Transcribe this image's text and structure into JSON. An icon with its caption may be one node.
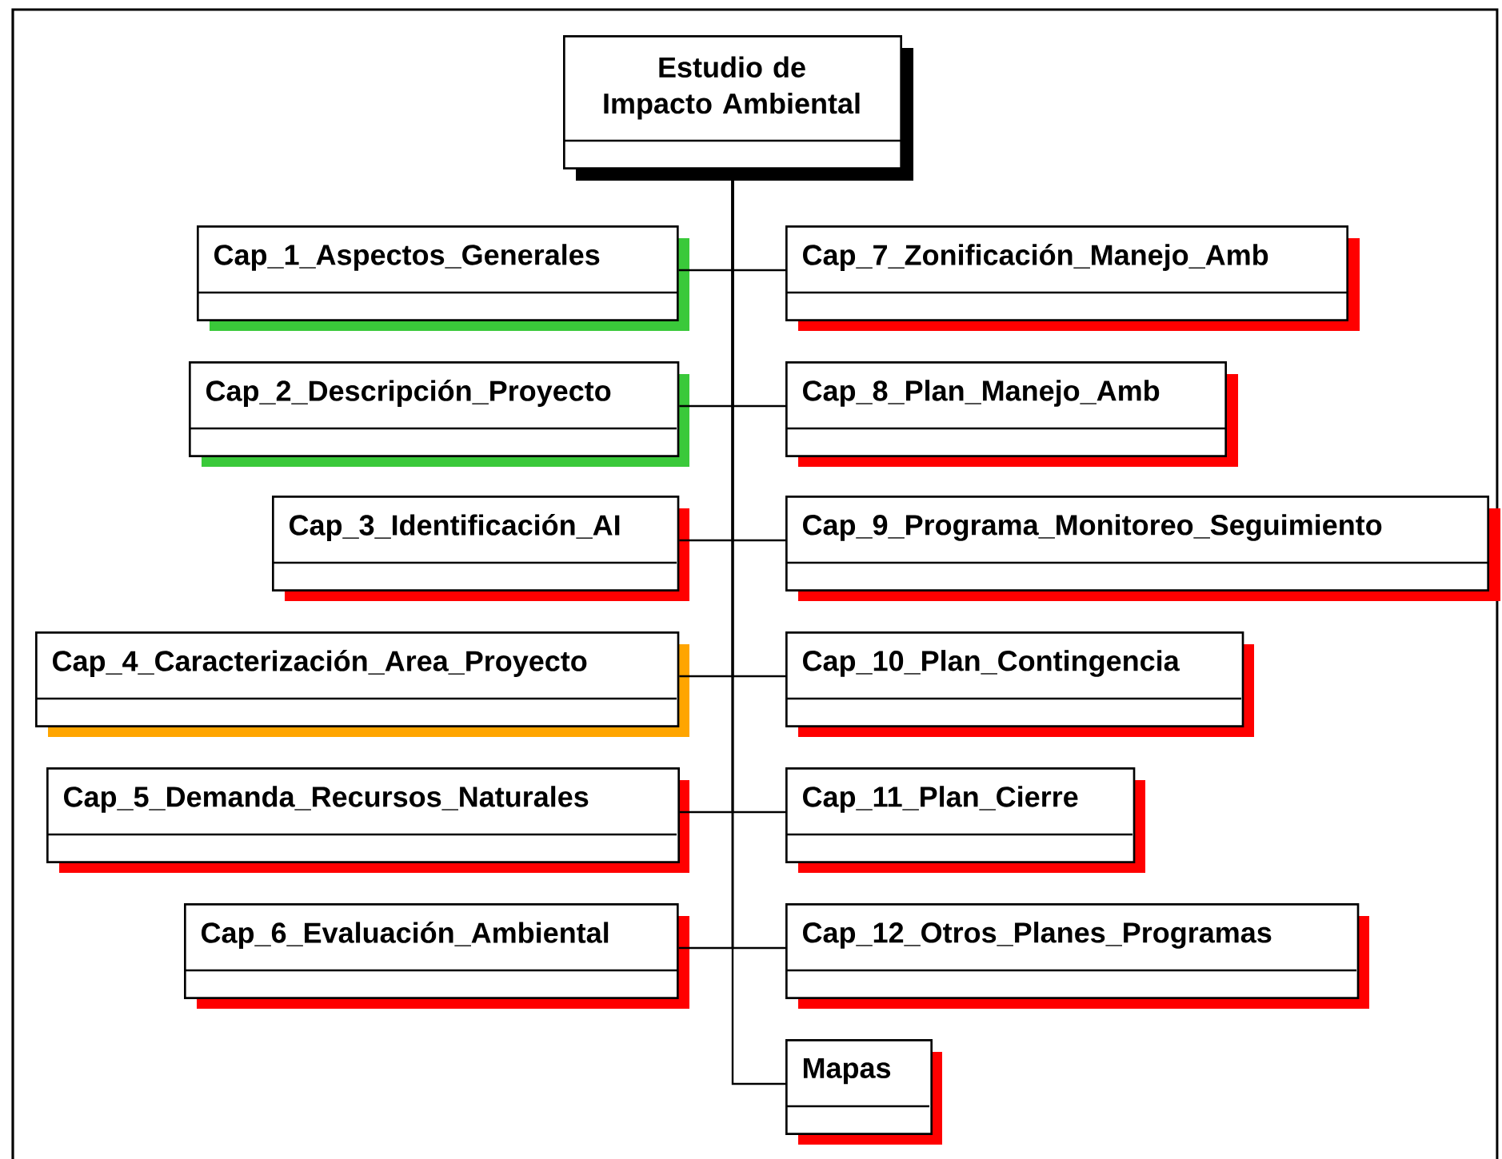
{
  "diagram": {
    "nodes": [
      {
        "text": [
          "Estudio de Impacto Ambiental"
        ]
      },
      {
        "text": [
          "Cap_1_Aspectos_Generales"
        ]
      },
      {
        "text": [
          "Cap_2_Descripción_Proyecto"
        ]
      },
      {
        "text": [
          "Cap_3_Identificación_AI"
        ]
      },
      {
        "text": [
          "Cap_4_Caracterización_Area_Proyecto"
        ]
      },
      {
        "text": [
          "Cap_5_Demanda_Recursos_Naturales"
        ]
      },
      {
        "text": [
          "Cap_6_Evaluación_Ambiental"
        ]
      },
      {
        "text": [
          "Cap_7_Zonificación_Manejo_Amb"
        ]
      },
      {
        "text": [
          "Cap_8_Plan_Manejo_Amb"
        ]
      },
      {
        "text": [
          "Cap_9_Programa_Monitoreo_Seguimiento"
        ]
      },
      {
        "text": [
          "Cap_10_Plan_Contingencia"
        ]
      },
      {
        "text": [
          "Cap_11_Plan_Cierre"
        ]
      },
      {
        "text": [
          "Cap_12_Otros_Planes_Programas"
        ]
      },
      {
        "text": [
          "Mapas"
        ]
      }
    ],
    "edges": [
      {
        "from": 0,
        "to": 1,
        "arrow": "none"
      },
      {
        "from": 0,
        "to": 2,
        "arrow": "none"
      },
      {
        "from": 0,
        "to": 3,
        "arrow": "none"
      },
      {
        "from": 0,
        "to": 4,
        "arrow": "none"
      },
      {
        "from": 0,
        "to": 5,
        "arrow": "none"
      },
      {
        "from": 0,
        "to": 6,
        "arrow": "none"
      },
      {
        "from": 0,
        "to": 7,
        "arrow": "none"
      },
      {
        "from": 0,
        "to": 8,
        "arrow": "none"
      },
      {
        "from": 0,
        "to": 9,
        "arrow": "none"
      },
      {
        "from": 0,
        "to": 10,
        "arrow": "none"
      },
      {
        "from": 0,
        "to": 11,
        "arrow": "none"
      },
      {
        "from": 0,
        "to": 12,
        "arrow": "none"
      },
      {
        "from": 0,
        "to": 13,
        "arrow": "none"
      }
    ]
  }
}
